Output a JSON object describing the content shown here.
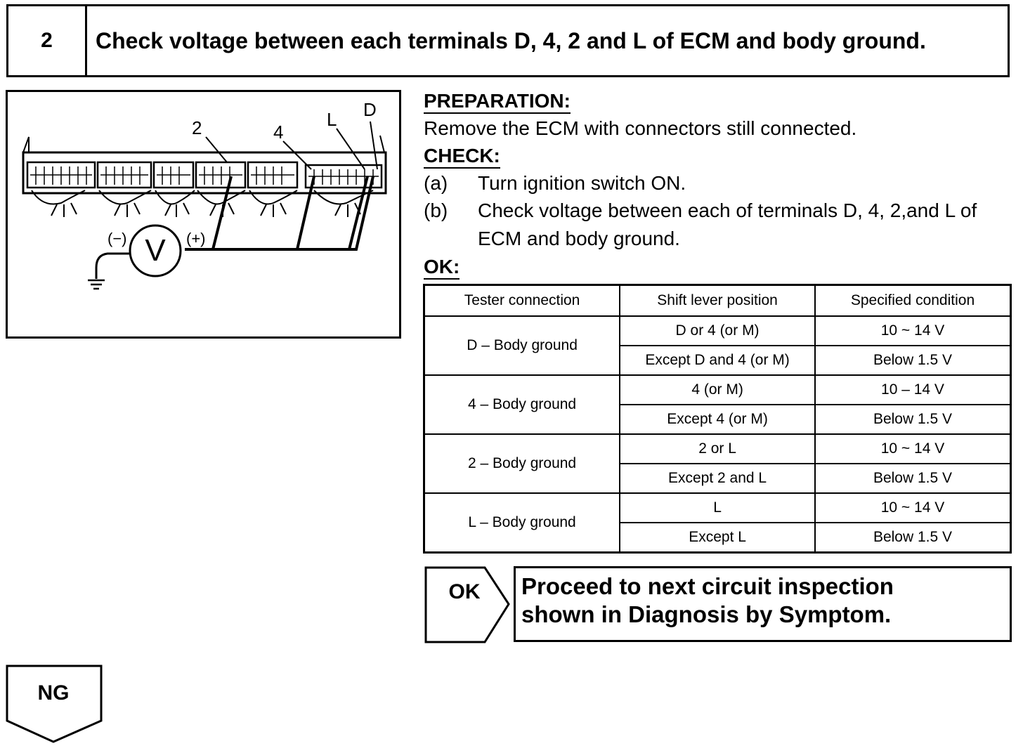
{
  "step": {
    "number": "2",
    "title": "Check voltage between each terminals D, 4, 2 and L of ECM and body ground."
  },
  "diagram": {
    "terminal_labels": [
      "2",
      "4",
      "L",
      "D"
    ],
    "meter_symbol": "V",
    "neg_label": "(−)",
    "pos_label": "(+)"
  },
  "preparation": {
    "heading": "PREPARATION:",
    "text": "Remove the ECM with connectors still connected."
  },
  "check": {
    "heading": "CHECK:",
    "items": [
      {
        "marker": "(a)",
        "lines": [
          "Turn ignition switch ON."
        ]
      },
      {
        "marker": "(b)",
        "lines": [
          "Check voltage between each of terminals D, 4, 2,and L of",
          "ECM and body ground."
        ]
      }
    ]
  },
  "ok_heading": "OK:",
  "table": {
    "headers": [
      "Tester connection",
      "Shift lever position",
      "Specified condition"
    ],
    "groups": [
      {
        "connection": "D – Body ground",
        "rows": [
          [
            "D or 4 (or M)",
            "10 ~ 14 V"
          ],
          [
            "Except D and 4 (or M)",
            "Below 1.5 V"
          ]
        ]
      },
      {
        "connection": "4 – Body ground",
        "rows": [
          [
            "4 (or M)",
            "10 – 14 V"
          ],
          [
            "Except 4 (or M)",
            "Below 1.5 V"
          ]
        ]
      },
      {
        "connection": "2 – Body ground",
        "rows": [
          [
            "2 or L",
            "10 ~ 14 V"
          ],
          [
            "Except 2 and L",
            "Below 1.5 V"
          ]
        ]
      },
      {
        "connection": "L – Body ground",
        "rows": [
          [
            "L",
            "10 ~ 14 V"
          ],
          [
            "Except L",
            "Below 1.5 V"
          ]
        ]
      }
    ]
  },
  "ok_box": {
    "label": "OK",
    "result_lines": [
      "Proceed to next circuit inspection",
      "shown in Diagnosis by Symptom."
    ]
  },
  "ng_box": {
    "label": "NG"
  }
}
